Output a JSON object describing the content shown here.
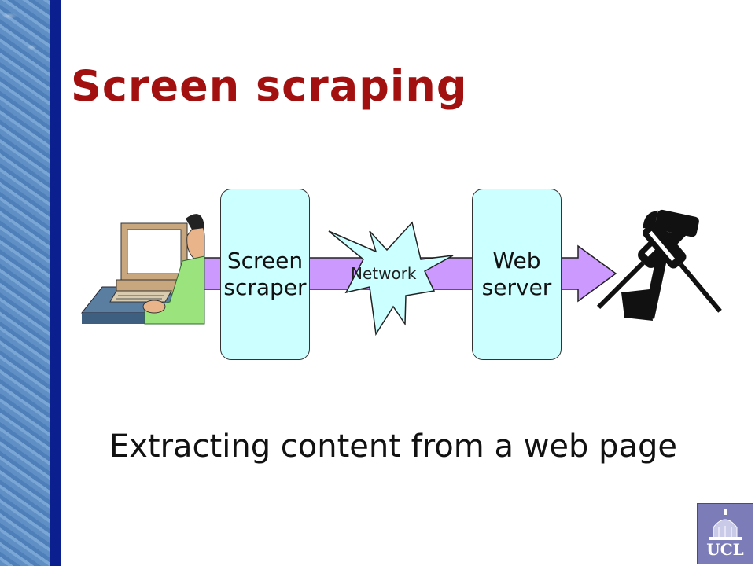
{
  "slide": {
    "title": "Screen scraping",
    "caption": "Extracting content from a web page"
  },
  "diagram": {
    "nodes": [
      {
        "id": "user",
        "icon": "user-at-computer-icon"
      },
      {
        "id": "scraper",
        "lines": [
          "Screen",
          "scraper"
        ]
      },
      {
        "id": "network",
        "label": "Network"
      },
      {
        "id": "server",
        "lines": [
          "Web",
          "server"
        ]
      },
      {
        "id": "tools",
        "icon": "tools-icon"
      }
    ],
    "arrow_color": "#cc99ff",
    "box_color": "#ccffff"
  },
  "logo": {
    "text": "UCL"
  },
  "colors": {
    "title": "#a31010",
    "sidebar_edge": "#0c1f8f"
  }
}
